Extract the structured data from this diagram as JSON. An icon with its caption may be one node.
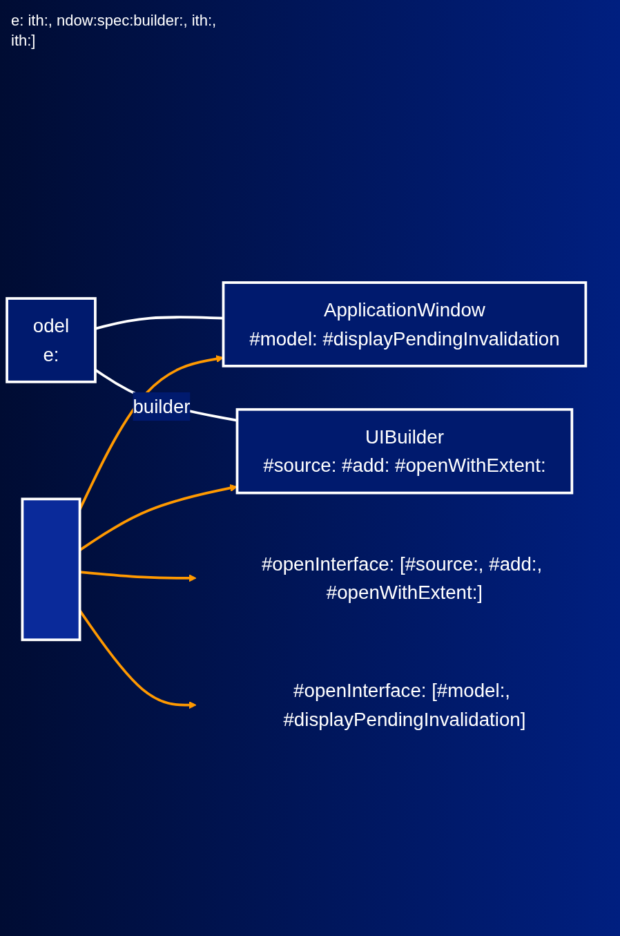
{
  "diagram": {
    "nodes": [
      {
        "text": [
          "odel",
          "e:"
        ]
      },
      {
        "text": [
          "UIBuilder",
          "#source: #add: #openWithExtent:"
        ]
      },
      {
        "text": [
          "ApplicationWindow",
          "#model: #displayPendingInvalidation"
        ]
      },
      {
        "text": [
          "#openInterface: [#source:, #add:, #openWithExtent:]"
        ]
      },
      {
        "text": [
          "#openInterface: [#model:, #displayPendingInvalidation]"
        ]
      },
      {
        "text": [],
        "shape": "box"
      }
    ],
    "edges": [
      {
        "from": 0,
        "to": 2,
        "arrow": "none",
        "color": "#ffffff"
      },
      {
        "from": 0,
        "to": 1,
        "arrow": "none",
        "label": "builder",
        "color": "#ffffff"
      },
      {
        "from": 5,
        "to": 3,
        "arrow": "to",
        "color": "#ff9900"
      },
      {
        "from": 5,
        "to": 4,
        "arrow": "to",
        "color": "#ff9900"
      },
      {
        "from": 5,
        "to": 2,
        "arrow": "to",
        "color": "#ff9900"
      },
      {
        "from": 5,
        "to": 1,
        "arrow": "to",
        "color": "#ff9900"
      }
    ],
    "labels": [
      "e: ith:, ndow:spec:builder:, ith:, ith:]"
    ]
  }
}
